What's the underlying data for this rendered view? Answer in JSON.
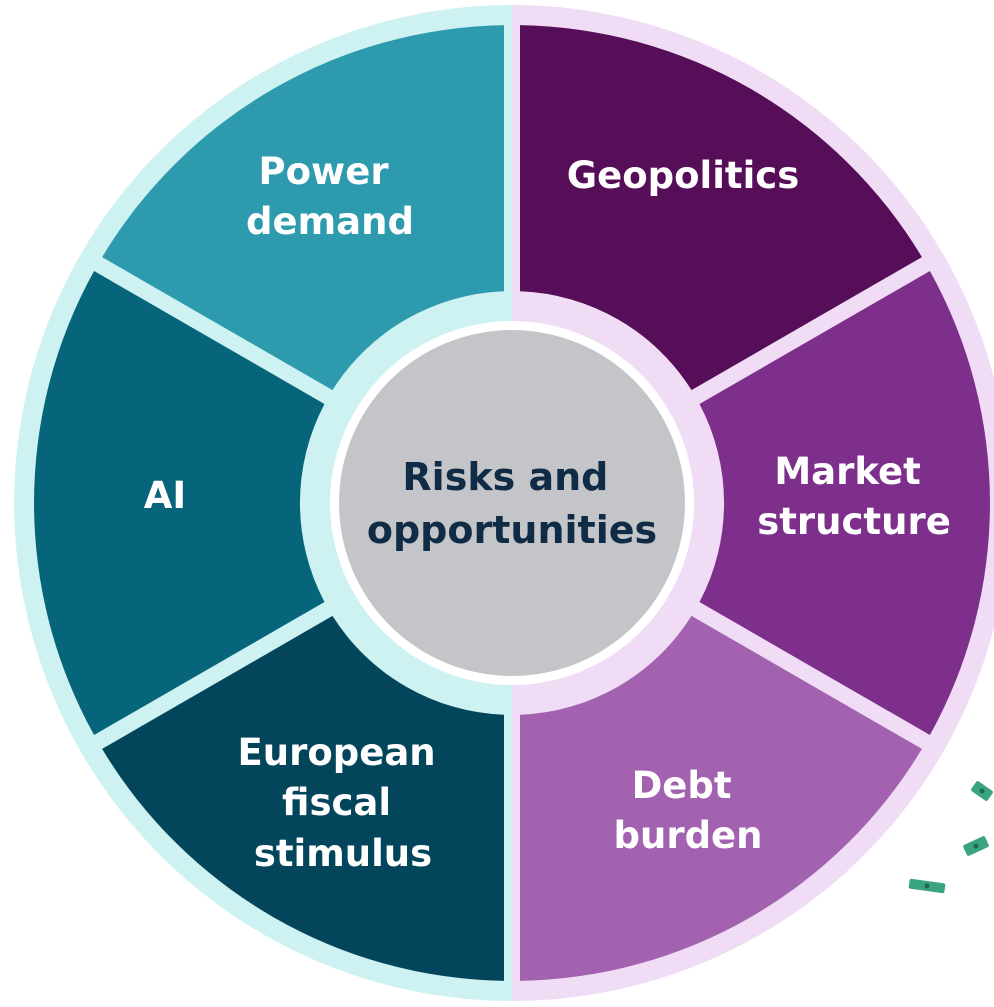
{
  "center": {
    "lines": [
      "Risks and",
      "opportunities"
    ],
    "color": "#c4c5c8",
    "text_color": "#0f2b45"
  },
  "halves": {
    "left_color": "#cef2f2",
    "right_color": "#f0ddf5"
  },
  "segments": [
    {
      "id": "power-demand",
      "lines": [
        "Power",
        "demand"
      ],
      "color": "#2e9aae"
    },
    {
      "id": "ai",
      "lines": [
        "AI"
      ],
      "color": "#07657b"
    },
    {
      "id": "european-fiscal-stimulus",
      "lines": [
        "European",
        "fiscal",
        "stimulus"
      ],
      "color": "#03465c"
    },
    {
      "id": "geopolitics",
      "lines": [
        "Geopolitics"
      ],
      "color": "#560e59"
    },
    {
      "id": "market-structure",
      "lines": [
        "Market",
        "structure"
      ],
      "color": "#7d2f8b"
    },
    {
      "id": "debt-burden",
      "lines": [
        "Debt",
        "burden"
      ],
      "color": "#a262b0"
    }
  ],
  "decor": {
    "bill_color": "#3aa37f",
    "icon": "money-bill-icon"
  }
}
